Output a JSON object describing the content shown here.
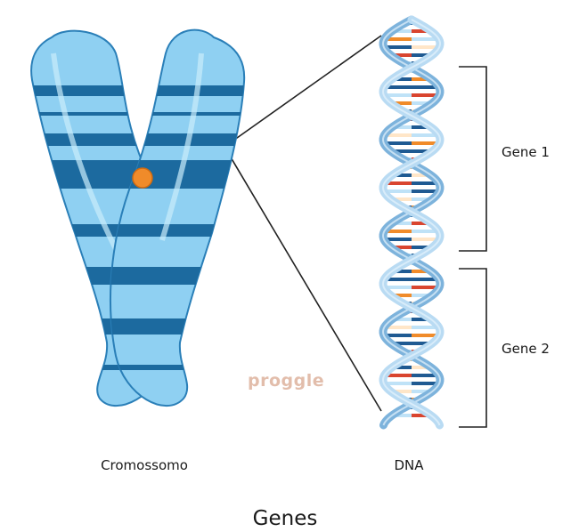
{
  "labels": {
    "chromosome": "Cromossomo",
    "dna": "DNA",
    "gene1": "Gene 1",
    "gene2": "Gene 2",
    "title": "Genes"
  },
  "watermark": "proggle",
  "colors": {
    "chromatid_fill": "#8fd0f2",
    "chromatid_outline": "#2a7fb8",
    "band": "#1c6a9f",
    "centromere": "#f08b2a",
    "dna_strand_light": "#b9dbf3",
    "dna_strand_dark": "#7db3dc",
    "base_blue": "#1f5a92",
    "base_orange": "#f08b2a",
    "base_red": "#d9452f",
    "base_light": "#bfe2f7",
    "base_pale": "#ffe6c8",
    "bracket": "#222222",
    "connector": "#222222"
  }
}
